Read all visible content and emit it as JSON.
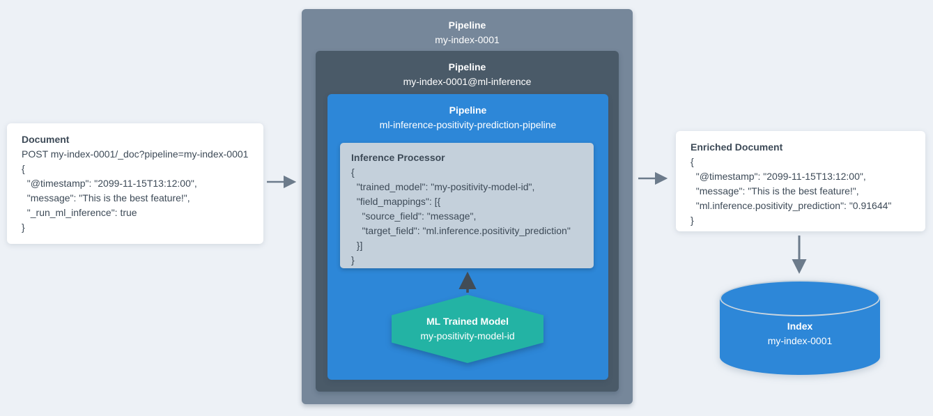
{
  "colors": {
    "background": "#EDF1F6",
    "pipeline_outer": "#76879A",
    "pipeline_middle": "#4A5A68",
    "pipeline_inner": "#2D87D8",
    "processor_box": "#C4D0DB",
    "model_hexagon": "#23B3A4",
    "index_cylinder": "#2D87D8",
    "arrow_gray": "#6C7B8B",
    "arrow_dark": "#424C56",
    "text_dark": "#3D4A57"
  },
  "document_card": {
    "title": "Document",
    "lines": [
      "POST my-index-0001/_doc?pipeline=my-index-0001",
      "{",
      "  \"@timestamp\": \"2099-11-15T13:12:00\",",
      "  \"message\": \"This is the best feature!\",",
      "  \"_run_ml_inference\": true",
      "}"
    ]
  },
  "pipeline_outer": {
    "title": "Pipeline",
    "name": "my-index-0001"
  },
  "pipeline_middle": {
    "title": "Pipeline",
    "name": "my-index-0001@ml-inference"
  },
  "pipeline_inner": {
    "title": "Pipeline",
    "name": "ml-inference-positivity-prediction-pipeline"
  },
  "inference_processor": {
    "title": "Inference Processor",
    "lines": [
      "{",
      "  \"trained_model\": \"my-positivity-model-id\",",
      "  \"field_mappings\": [{",
      "    \"source_field\": \"message\",",
      "    \"target_field\": \"ml.inference.positivity_prediction\"",
      "  }]",
      "}"
    ]
  },
  "ml_model": {
    "title": "ML Trained Model",
    "name": "my-positivity-model-id"
  },
  "enriched_card": {
    "title": "Enriched Document",
    "lines": [
      "{",
      "  \"@timestamp\": \"2099-11-15T13:12:00\",",
      "  \"message\": \"This is the best feature!\",",
      "  \"ml.inference.positivity_prediction\": \"0.91644\"",
      "}"
    ]
  },
  "index": {
    "title": "Index",
    "name": "my-index-0001"
  }
}
